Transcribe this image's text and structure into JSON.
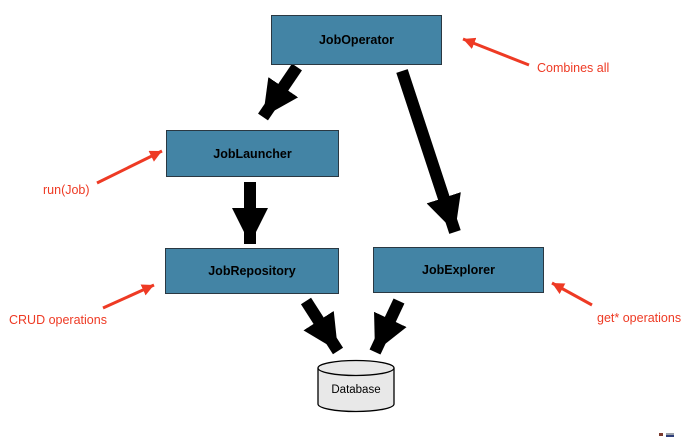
{
  "diagram": {
    "type": "architecture-diagram",
    "nodes": {
      "job_operator": {
        "label": "JobOperator"
      },
      "job_launcher": {
        "label": "JobLauncher"
      },
      "job_repository": {
        "label": "JobRepository"
      },
      "job_explorer": {
        "label": "JobExplorer"
      },
      "database": {
        "label": "Database"
      }
    },
    "annotations": {
      "combines_all": "Combines all",
      "run_job": "run(Job)",
      "crud_operations": "CRUD operations",
      "get_operations": "get* operations"
    },
    "edges": [
      {
        "from": "JobOperator",
        "to": "JobLauncher"
      },
      {
        "from": "JobOperator",
        "to": "JobExplorer"
      },
      {
        "from": "JobLauncher",
        "to": "JobRepository"
      },
      {
        "from": "JobRepository",
        "to": "Database"
      },
      {
        "from": "JobExplorer",
        "to": "Database"
      }
    ],
    "colors": {
      "node_fill": "#4384a5",
      "node_border": "#2a3842",
      "annotation_red": "#ee3a24",
      "arrow_black": "#000000",
      "database_fill": "#e8e8e8"
    }
  }
}
